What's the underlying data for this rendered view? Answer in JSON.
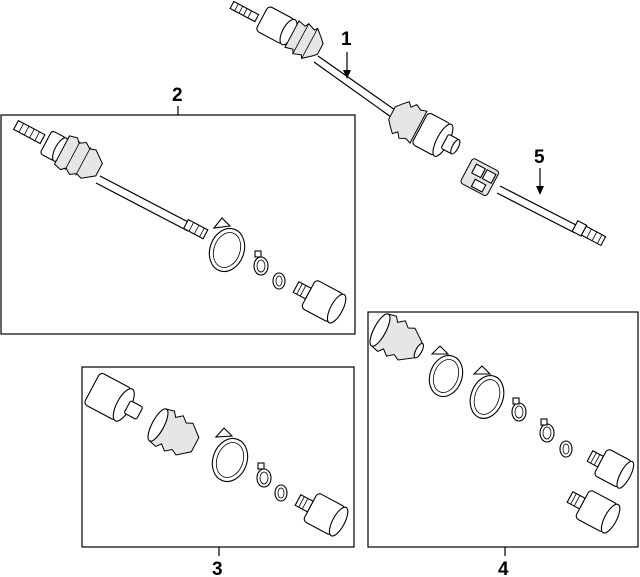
{
  "diagram": {
    "callouts": {
      "c1": "1",
      "c2": "2",
      "c3": "3",
      "c4": "4",
      "c5": "5"
    },
    "colors": {
      "line": "#000000",
      "background": "#ffffff",
      "shade": "#e6e6e6"
    }
  }
}
